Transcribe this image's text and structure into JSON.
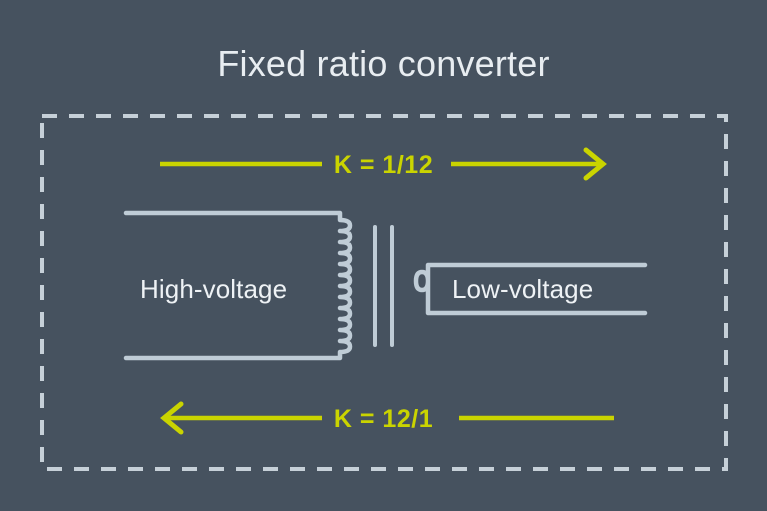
{
  "meta": {
    "background_color": "#46525f",
    "accent_color": "#cad400",
    "line_color": "#bfccd6",
    "text_color": "#eef2f5"
  },
  "title": "Fixed ratio converter",
  "border": {
    "style": "dashed",
    "color": "#c6d0d8"
  },
  "top_flow": {
    "ratio_label": "K = 1/12",
    "direction": "right",
    "color": "#cad400"
  },
  "bottom_flow": {
    "ratio_label": "K = 12/1",
    "direction": "left",
    "color": "#cad400"
  },
  "transformer": {
    "primary": {
      "label": "High-voltage",
      "turns": 12,
      "side": "left"
    },
    "secondary": {
      "label": "Low-voltage",
      "turns": 1,
      "side": "right"
    },
    "core": {
      "lines": 2
    }
  }
}
